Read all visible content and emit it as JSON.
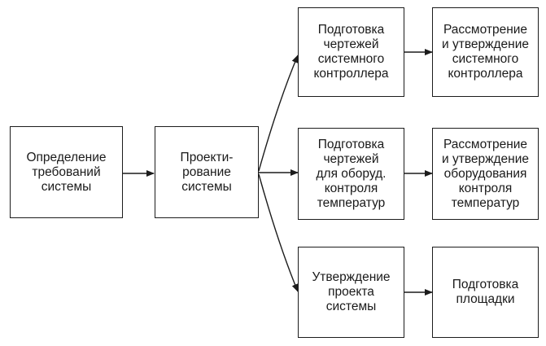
{
  "diagram": {
    "nodes": {
      "define": "Определение\nтребований\nсистемы",
      "design": "Проекти-\nрование\nсистемы",
      "prep_controller": "Подготовка\nчертежей\nсистемного\nконтроллера",
      "prep_temp": "Подготовка\nчертежей\nдля оборуд.\nконтроля\nтемператур",
      "approve_design": "Утверждение\nпроекта\nсистемы",
      "review_controller": "Рассмотрение\nи утверждение\nсистемного\nконтроллера",
      "review_temp": "Рассмотрение\nи утверждение\nоборудования\nконтроля\nтемператур",
      "prep_site": "Подготовка\nплощадки"
    },
    "edges": [
      [
        "define",
        "design"
      ],
      [
        "design",
        "prep_controller"
      ],
      [
        "design",
        "prep_temp"
      ],
      [
        "design",
        "approve_design"
      ],
      [
        "prep_controller",
        "review_controller"
      ],
      [
        "prep_temp",
        "review_temp"
      ],
      [
        "approve_design",
        "prep_site"
      ]
    ]
  }
}
